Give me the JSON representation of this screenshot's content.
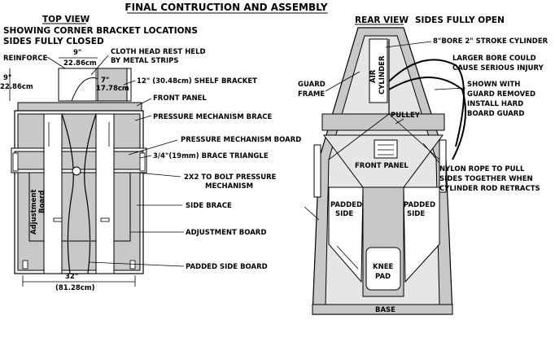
{
  "title": "FINAL CONTRUCTION AND ASSEMBLY",
  "top_view": {
    "heading": "TOP VIEW",
    "subheading_1": "SHOWING CORNER BRACKET LOCATIONS",
    "subheading_2": "SIDES FULLY CLOSED",
    "labels": {
      "reinforce": "REINFORCE",
      "dim_9_in": "9\"",
      "dim_9_cm": "22.86cm",
      "dim_9v_in": "9\"",
      "dim_9v_cm": "22.86cm",
      "dim_7_in": "7\"",
      "dim_7_cm": "17.78cm",
      "cloth_head_1": "CLOTH HEAD REST HELD",
      "cloth_head_2": "BY METAL STRIPS",
      "shelf_bracket": "12\" (30.48cm) SHELF BRACKET",
      "front_panel": "FRONT PANEL",
      "pressure_brace": "PRESSURE MECHANISM BRACE",
      "pressure_board": "PRESSURE MECHANISM BOARD",
      "brace_triangle": "3/4\"(19mm) BRACE TRIANGLE",
      "bolt_1": "2X2 TO BOLT PRESSURE",
      "bolt_2": "MECHANISM",
      "side_brace": "SIDE BRACE",
      "adjustment_board": "ADJUSTMENT BOARD",
      "adjustment_board_vertical_1": "Adjustment",
      "adjustment_board_vertical_2": "Board",
      "padded_side_board": "PADDED SIDE BOARD",
      "dim_32_in": "32\"",
      "dim_32_cm": "(81.28cm)"
    }
  },
  "rear_view": {
    "heading": "REAR VIEW",
    "subheading": "SIDES FULLY OPEN",
    "labels": {
      "cylinder_spec": "8\"BORE 2\" STROKE CYLINDER",
      "warning_1": "LARGER BORE COULD",
      "warning_2": "CAUSE SERIOUS INJURY",
      "air_cylinder_1": "AIR",
      "air_cylinder_2": "CYLINDER",
      "guard_frame_1": "GUARD",
      "guard_frame_2": "FRAME",
      "guard_note_1": "SHOWN WITH",
      "guard_note_2": "GUARD REMOVED",
      "guard_note_3": "INSTALL HARD",
      "guard_note_4": "BOARD GUARD",
      "pulley": "PULLEY",
      "front_panel": "FRONT PANEL",
      "nylon_1": "NYLON ROPE TO PULL",
      "nylon_2": "SIDES TOGETHER WHEN",
      "nylon_3": "CYLINDER ROD RETRACTS",
      "padded_side_left_1": "PADDED",
      "padded_side_left_2": "SIDE",
      "padded_side_right_1": "PADDED",
      "padded_side_right_2": "SIDE",
      "knee_pad_1": "KNEE",
      "knee_pad_2": "PAD",
      "base": "BASE"
    }
  }
}
